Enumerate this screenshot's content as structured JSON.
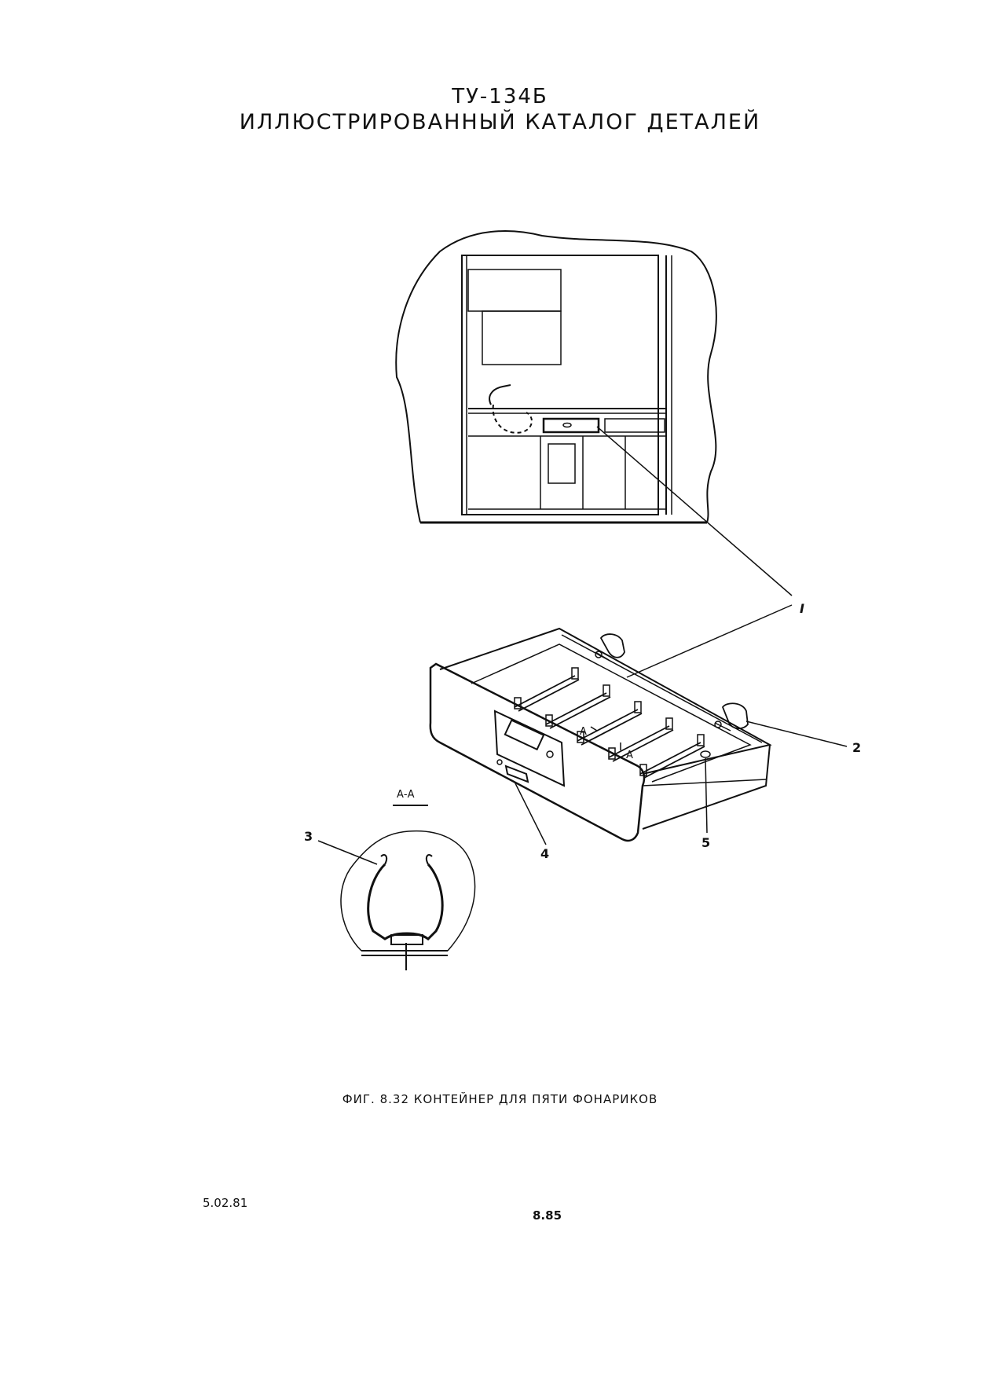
{
  "header": {
    "model": "ТУ-134Б",
    "catalog_title": "ИЛЛЮСТРИРОВАННЫЙ КАТАЛОГ ДЕТАЛЕЙ"
  },
  "figure": {
    "caption": "ФИГ. 8.32 КОНТЕЙНЕР ДЛЯ ПЯТИ ФОНАРИКОВ",
    "callouts": {
      "c1": "I",
      "c2": "2",
      "c3": "3",
      "c4": "4",
      "c5": "5"
    },
    "section_label": "А-А",
    "section_mark_1": "А",
    "section_mark_2": "А"
  },
  "footer": {
    "date": "5.02.81",
    "page_number": "8.85"
  }
}
